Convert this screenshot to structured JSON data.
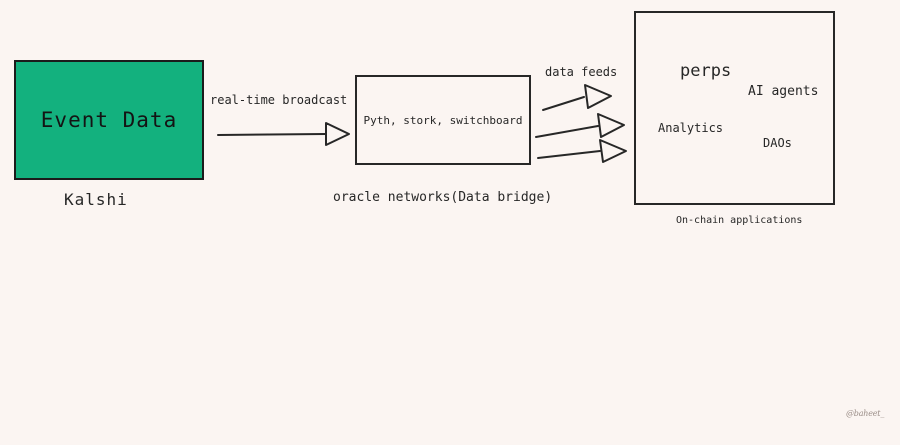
{
  "canvas": {
    "background_color": "#fbf5f2",
    "stroke_color": "#272727",
    "accent_color": "#13b17e"
  },
  "nodes": {
    "event_data": {
      "label": "Event Data",
      "caption": "Kalshi",
      "fill_color": "#13b17e"
    },
    "oracle": {
      "label": "Pyth, stork, switchboard",
      "caption": "oracle networks(Data bridge)"
    },
    "onchain": {
      "caption": "On-chain applications",
      "items": [
        {
          "label": "perps"
        },
        {
          "label": "AI agents"
        },
        {
          "label": "Analytics"
        },
        {
          "label": "DAOs"
        }
      ]
    }
  },
  "edges": {
    "broadcast_label": "real-time broadcast",
    "datafeeds_label": "data feeds"
  },
  "watermark": {
    "text": "@baheet_"
  }
}
